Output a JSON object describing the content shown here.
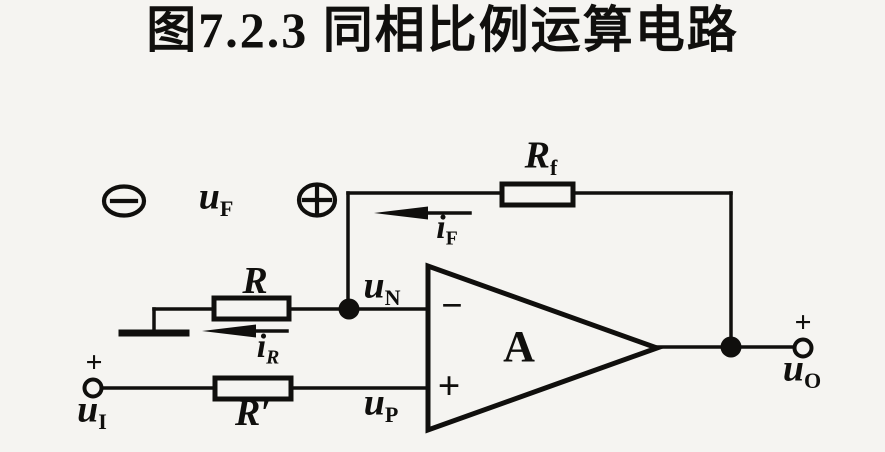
{
  "title": "图7.2.3 同相比例运算电路",
  "colors": {
    "background": "#f5f4f1",
    "ink": "#100f0d"
  },
  "opamp": {
    "gain": "A",
    "inverting_sign": "−",
    "noninverting_sign": "+"
  },
  "labels": {
    "u_F": {
      "base": "u",
      "sub": "F"
    },
    "R_f": {
      "base": "R",
      "sub": "f"
    },
    "i_F": {
      "base": "i",
      "sub": "F"
    },
    "R": {
      "base": "R"
    },
    "u_N": {
      "base": "u",
      "sub": "N"
    },
    "i_R": {
      "base": "i",
      "sub": "R"
    },
    "u_I": {
      "base": "u",
      "sub": "I"
    },
    "R_prime": {
      "base": "R′"
    },
    "u_P": {
      "base": "u",
      "sub": "P"
    },
    "u_O": {
      "base": "u",
      "sub": "O"
    },
    "input_polarity": "+",
    "output_polarity": "+",
    "feedback_negative_terminal": "−",
    "feedback_positive_terminal": "+"
  }
}
